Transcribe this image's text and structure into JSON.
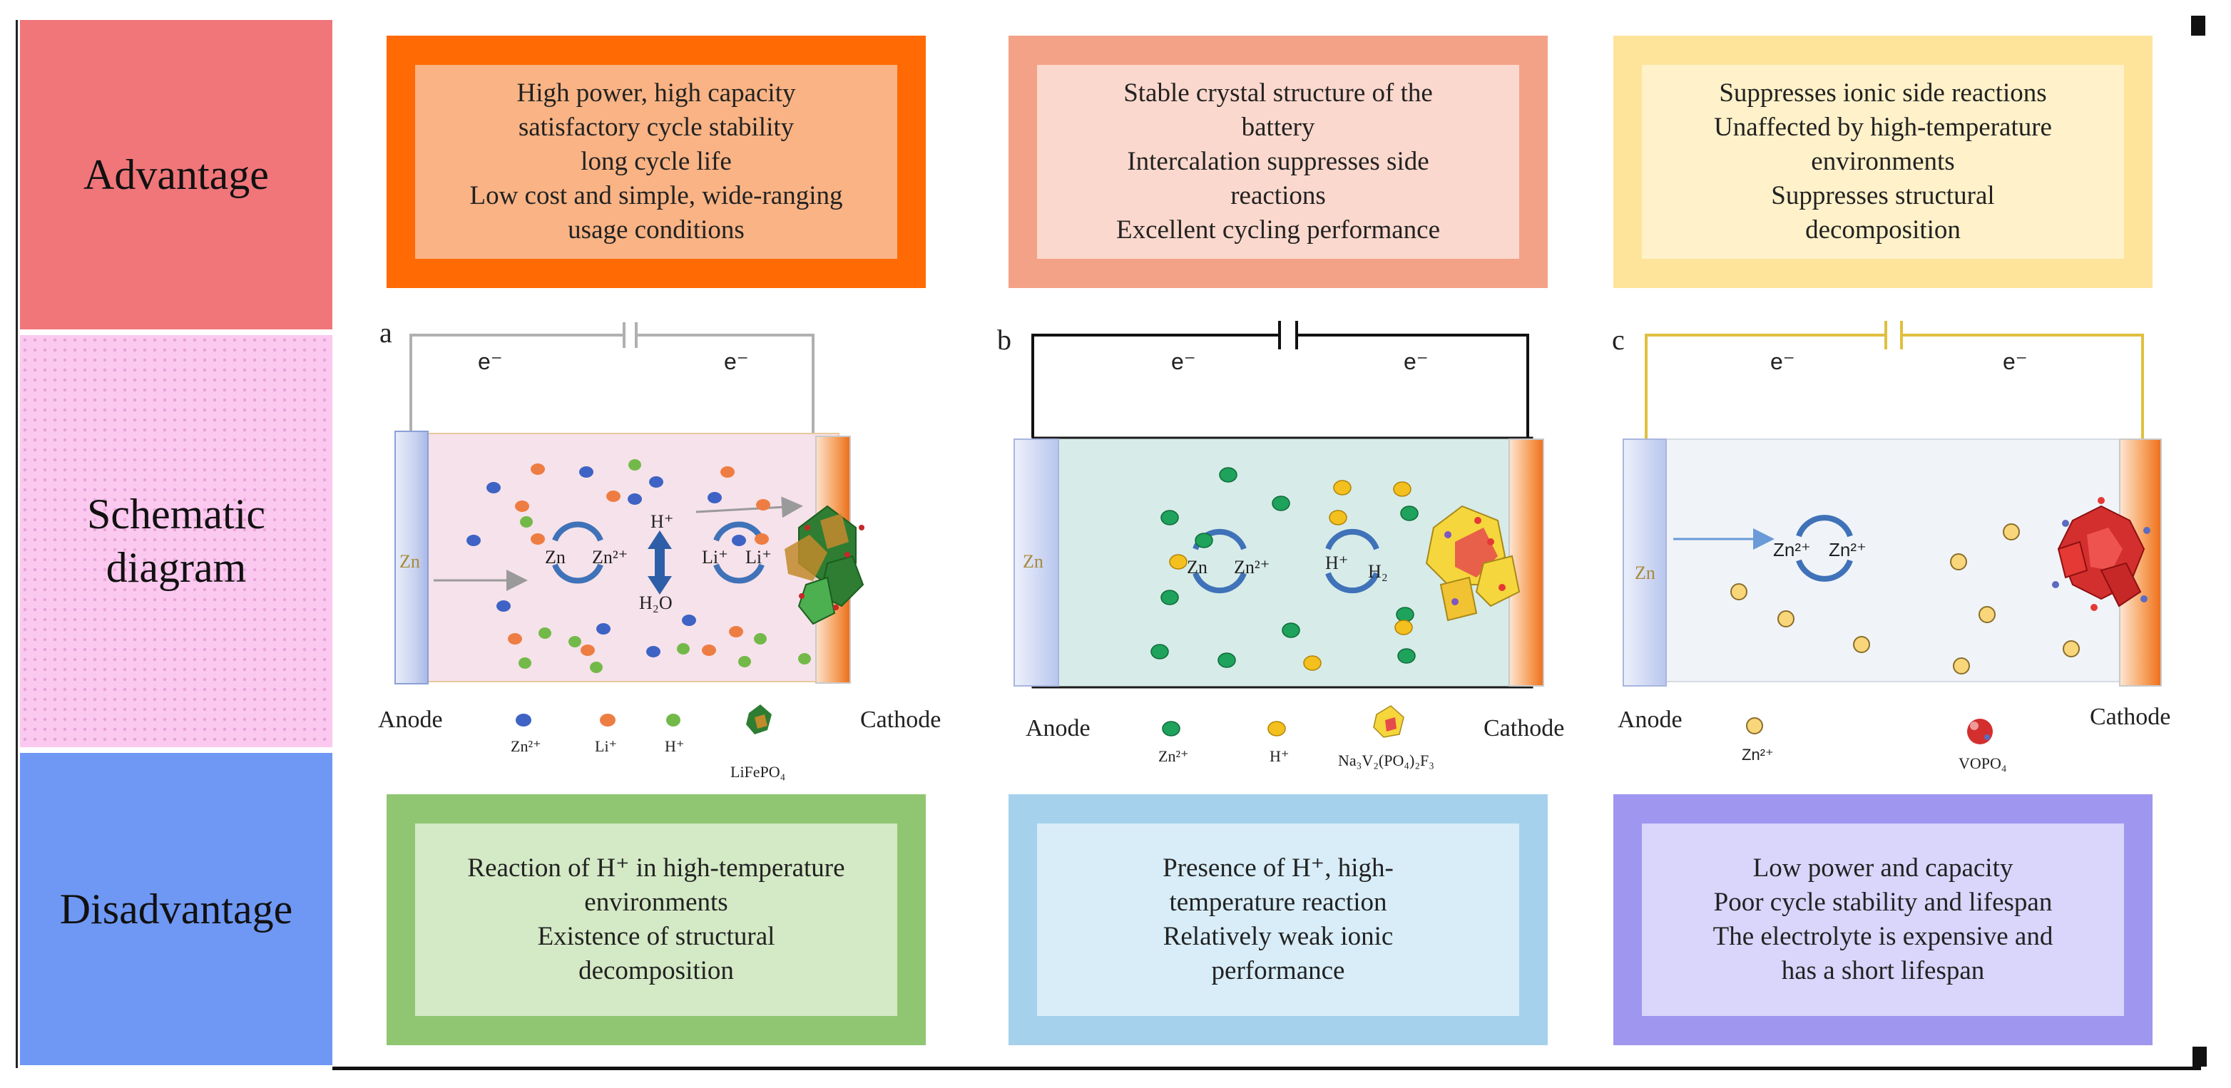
{
  "rows": {
    "advantage": "Advantage",
    "schematic": [
      "Schematic",
      "diagram"
    ],
    "disadvantage": "Disadvantage"
  },
  "advantages": [
    [
      "High power, high capacity",
      "satisfactory cycle stability",
      "long cycle life",
      "Low cost and simple, wide-ranging",
      "usage conditions"
    ],
    [
      "Stable crystal structure of the",
      "battery",
      "Intercalation suppresses side",
      "reactions",
      "Excellent cycling performance"
    ],
    [
      "Suppresses ionic side reactions",
      "Unaffected by high-temperature",
      "environments",
      "Suppresses structural",
      "decomposition"
    ]
  ],
  "disadvantages": [
    [
      "Reaction of H⁺ in high-temperature",
      "environments",
      "Existence of structural",
      "decomposition"
    ],
    [
      "Presence of H⁺, high-",
      "temperature reaction",
      "Relatively weak ionic",
      "performance"
    ],
    [
      "Low power and capacity",
      "Poor cycle stability and lifespan",
      "The electrolyte is expensive and",
      "has a short lifespan"
    ]
  ],
  "panels": [
    {
      "letter": "a",
      "electron": "e⁻",
      "anode_material": "Zn",
      "anode": "Anode",
      "cathode": "Cathode",
      "reaction1": [
        "Zn",
        "Zn²⁺"
      ],
      "reaction_mid": [
        "H⁺",
        "H₂O"
      ],
      "reaction2": [
        "Li⁺",
        "Li⁺"
      ],
      "legend": [
        "Zn²⁺",
        "Li⁺",
        "H⁺",
        "LiFePO₄"
      ]
    },
    {
      "letter": "b",
      "electron": "e⁻",
      "anode_material": "Zn",
      "anode": "Anode",
      "cathode": "Cathode",
      "reaction1": [
        "Zn",
        "Zn²⁺"
      ],
      "reaction2": [
        "H⁺",
        "H₂"
      ],
      "legend": [
        "Zn²⁺",
        "H⁺",
        "Na₃V₂(PO₄)₂F₃"
      ]
    },
    {
      "letter": "c",
      "electron": "e⁻",
      "anode_material": "Zn",
      "anode": "Anode",
      "cathode": "Cathode",
      "reaction1": [
        "Zn²⁺",
        "Zn²⁺"
      ],
      "legend": [
        "Zn²⁺",
        "VOPO₄"
      ]
    }
  ],
  "colors": {
    "advantage_band": "#f0767a",
    "schematic_band": "#fbc9ef",
    "disadvantage_band": "#6f98f5",
    "adv_box": [
      "#ff6a05",
      "#f3a287",
      "#fde49a"
    ],
    "adv_inner": [
      "#f9b384",
      "#fbd8cd",
      "#fff1c9"
    ],
    "dis_box": [
      "#90c672",
      "#a6d1ec",
      "#9f96f0"
    ],
    "dis_inner": [
      "#d4e9c5",
      "#d8edf8",
      "#d9d5fb"
    ],
    "zn_ion": "#3e63c5",
    "li_ion": "#ee7d43",
    "h_ion_a": "#73b94a",
    "h_ion_green": "#1fa25b",
    "h_ion_yellow": "#f4c01f"
  }
}
